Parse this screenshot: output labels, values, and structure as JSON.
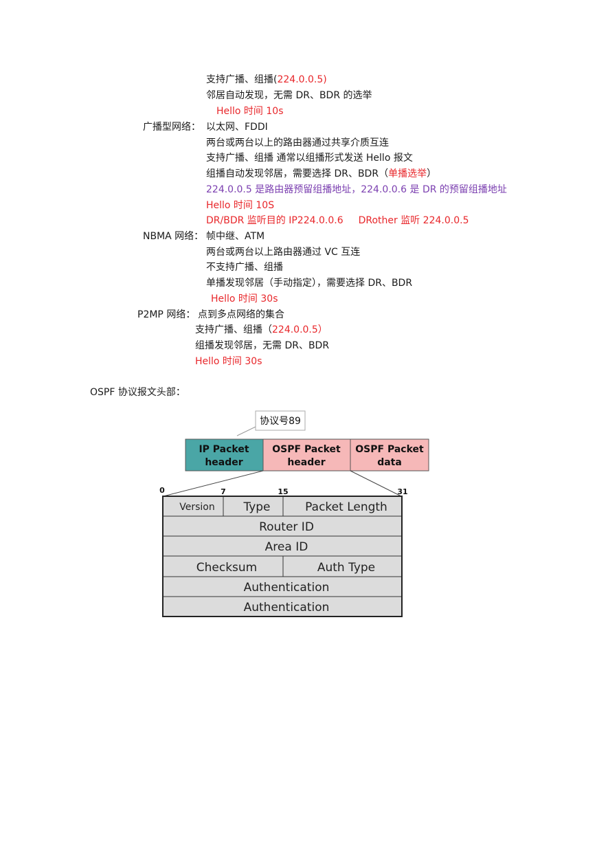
{
  "sections": {
    "p2p_tail": {
      "l1_a": "支持广播、组播(",
      "l1_b": "224.0.0.5)",
      "l2": "邻居自动发现，无需 DR、BDR 的选举",
      "l3": "Hello 时间 10s"
    },
    "broadcast": {
      "label": "广播型网络：",
      "l1": "以太网、FDDI",
      "l2": "两台或两台以上的路由器通过共享介质互连",
      "l3": "支持广播、组播  通常以组播形式发送 Hello 报文",
      "l4_a": "组播自动发现邻居，需要选择 DR、BDR（",
      "l4_b": "单播选举",
      "l4_c": "）",
      "l5": "224.0.0.5 是路由器预留组播地址，224.0.0.6 是 DR 的预留组播地址",
      "l6": "Hello 时间 10S",
      "l7_a": "DR/BDR 监听目的 IP224.0.0.6",
      "l7_b": "DRother 监听 224.0.0.5"
    },
    "nbma": {
      "label": "NBMA 网络：",
      "l1": "帧中继、ATM",
      "l2": "两台或两台以上路由器通过 VC 互连",
      "l3": "不支持广播、组播",
      "l4": "单播发现邻居（手动指定），需要选择 DR、BDR",
      "l5": "Hello 时间 30s"
    },
    "p2mp": {
      "label": "P2MP 网络：",
      "l1": "点到多点网络的集合",
      "l2_a": "支持广播、组播（",
      "l2_b": "224.0.0.5）",
      "l3": "组播发现邻居，无需 DR、BDR",
      "l4": "Hello 时间 30s"
    }
  },
  "header_title": "OSPF 协议报文头部：",
  "diagram": {
    "callout": "协议号89",
    "top_boxes": [
      {
        "line1": "IP Packet",
        "line2": "header",
        "color": "#4aa6a6"
      },
      {
        "line1": "OSPF Packet",
        "line2": "header",
        "color": "#f6b8b8"
      },
      {
        "line1": "OSPF Packet",
        "line2": "data",
        "color": "#f6b8b8"
      }
    ],
    "bit_labels": [
      "0",
      "7",
      "15",
      "31"
    ],
    "fields": {
      "version": "Version",
      "type": "Type",
      "packet_length": "Packet Length",
      "router_id": "Router ID",
      "area_id": "Area ID",
      "checksum": "Checksum",
      "auth_type": "Auth Type",
      "auth1": "Authentication",
      "auth2": "Authentication"
    },
    "field_fill": "#dcdcdc"
  }
}
